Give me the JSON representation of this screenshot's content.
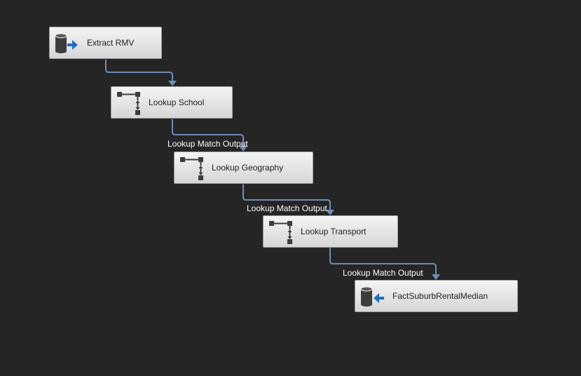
{
  "flow": {
    "tasks": [
      {
        "label": "Extract RMV",
        "icon": "database-source-icon"
      },
      {
        "label": "Lookup School",
        "icon": "lookup-icon"
      },
      {
        "label": "Lookup Geography",
        "icon": "lookup-icon"
      },
      {
        "label": "Lookup Transport",
        "icon": "lookup-icon"
      },
      {
        "label": "FactSuburbRentalMedian",
        "icon": "database-destination-icon"
      }
    ],
    "paths": [
      {
        "label": ""
      },
      {
        "label": "Lookup Match Output"
      },
      {
        "label": "Lookup Match Output"
      },
      {
        "label": "Lookup Match Output"
      }
    ]
  },
  "colors": {
    "background": "#252526",
    "connector": "#6f8db5",
    "arrow_icon": "#1e6fc4"
  }
}
